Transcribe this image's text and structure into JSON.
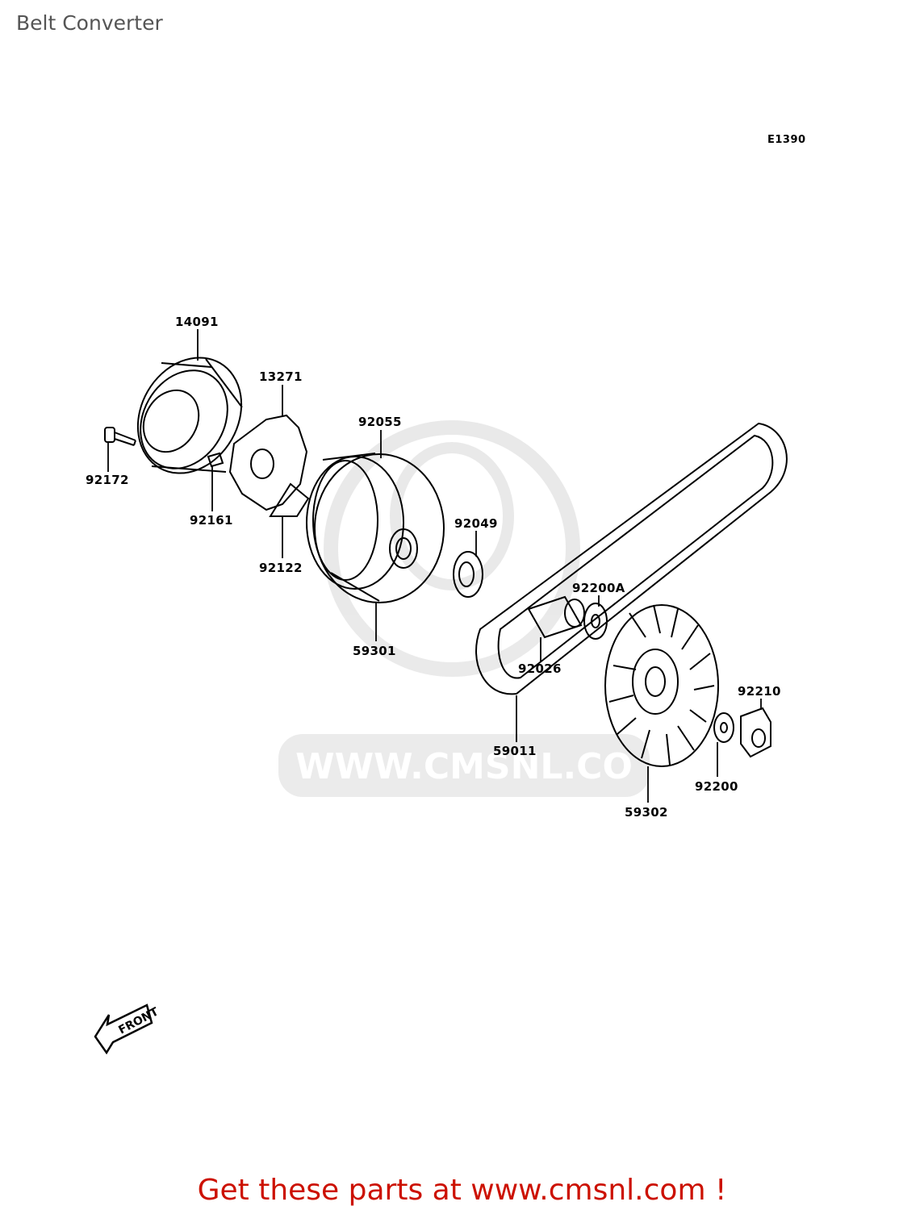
{
  "page": {
    "title": "Belt Converter"
  },
  "diagram": {
    "code": "E1390",
    "watermark": "WWW.CMSNL.CO",
    "front_marker": "FRONT",
    "parts": [
      {
        "id": "14091"
      },
      {
        "id": "13271"
      },
      {
        "id": "92055"
      },
      {
        "id": "92172"
      },
      {
        "id": "92161"
      },
      {
        "id": "92122"
      },
      {
        "id": "92049"
      },
      {
        "id": "59301"
      },
      {
        "id": "92200A"
      },
      {
        "id": "92026"
      },
      {
        "id": "92210"
      },
      {
        "id": "59011"
      },
      {
        "id": "92200"
      },
      {
        "id": "59302"
      }
    ]
  },
  "footer": {
    "text": "Get these parts at www.cmsnl.com !"
  },
  "colors": {
    "title": "#555555",
    "footer": "#cc1100",
    "watermark": "#e0e0e0",
    "line": "#000000"
  }
}
